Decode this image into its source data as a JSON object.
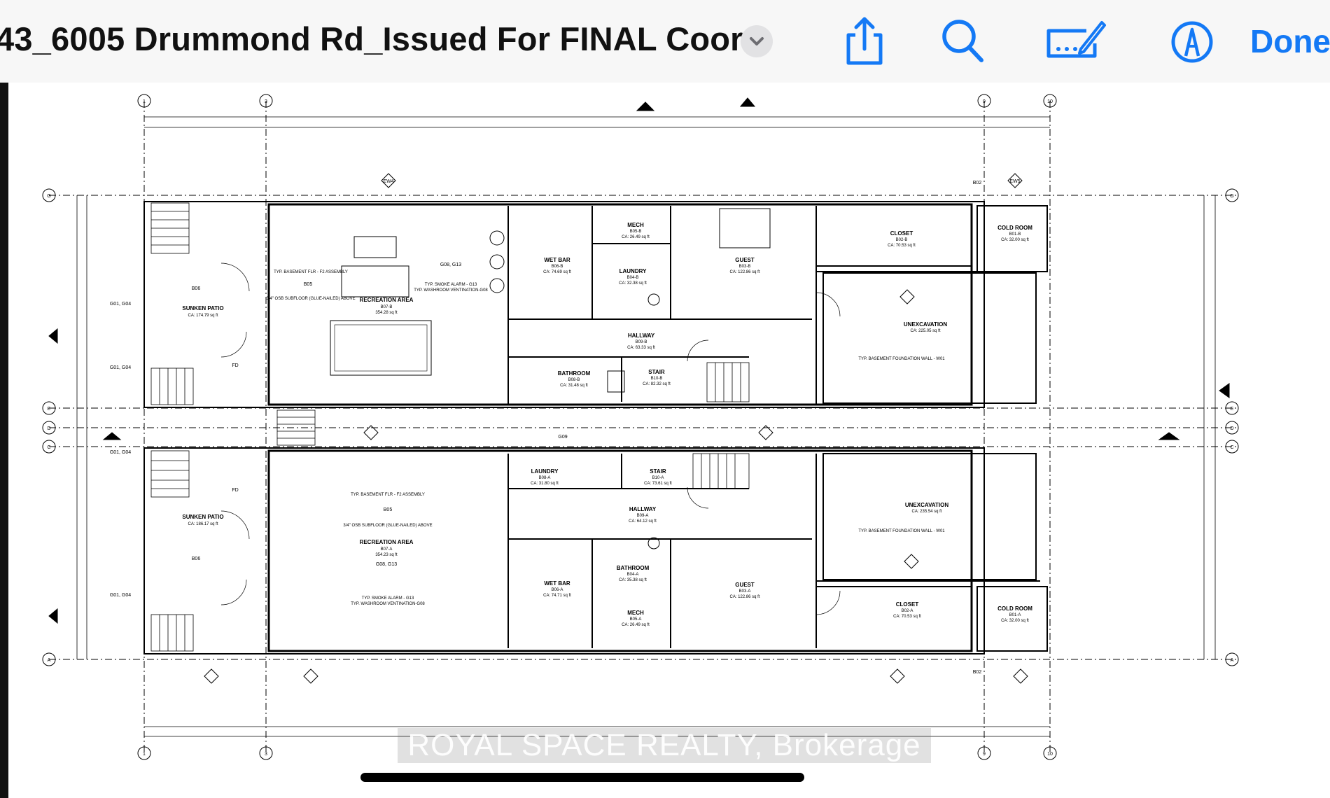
{
  "toolbar": {
    "title": "43_6005 Drummond Rd_Issued For FINAL Coor...",
    "done_label": "Done",
    "icons": [
      "chevron-down-icon",
      "share-icon",
      "search-icon",
      "markup-icon",
      "pencil-circle-icon"
    ],
    "accent": "#1479f5"
  },
  "plan": {
    "grid_top": [
      "1",
      "3",
      "9",
      "10"
    ],
    "grid_rows": [
      "G",
      "E",
      "D",
      "C",
      "A"
    ],
    "watermark": "ROYAL SPACE REALTY, Brokerage",
    "upper": {
      "rooms": [
        {
          "name": "SUNKEN PATIO",
          "code": "",
          "area": "CA:  174.79 sq ft"
        },
        {
          "name": "RECREATION AREA",
          "code": "B07-B",
          "area": "354.28 sq ft"
        },
        {
          "name": "WET BAR",
          "code": "B06-B",
          "area": "CA: 74.69 sq ft"
        },
        {
          "name": "MECH",
          "code": "B05-B",
          "area": "CA: 26.49 sq ft"
        },
        {
          "name": "LAUNDRY",
          "code": "B04-B",
          "area": "CA: 32.38 sq ft"
        },
        {
          "name": "GUEST",
          "code": "B03-B",
          "area": "CA: 122.86 sq ft"
        },
        {
          "name": "CLOSET",
          "code": "B02-B",
          "area": "CA: 70.53 sq ft"
        },
        {
          "name": "COLD ROOM",
          "code": "B01-B",
          "area": "CA: 32.00 sq ft"
        },
        {
          "name": "HALLWAY",
          "code": "B09-B",
          "area": "CA: 63.33 sq ft"
        },
        {
          "name": "BATHROOM",
          "code": "B08-B",
          "area": "CA: 31.48 sq ft"
        },
        {
          "name": "STAIR",
          "code": "B10-B",
          "area": "CA: 82.32 sq ft"
        },
        {
          "name": "UNEXCAVATION",
          "code": "",
          "area": "CA:   225.05 sq ft"
        }
      ]
    },
    "lower": {
      "rooms": [
        {
          "name": "SUNKEN PATIO",
          "code": "",
          "area": "CA:  186.17 sq ft"
        },
        {
          "name": "RECREATION AREA",
          "code": "B07-A",
          "area": "354.23 sq ft"
        },
        {
          "name": "LAUNDRY",
          "code": "B08-A",
          "area": "CA: 31.80 sq ft"
        },
        {
          "name": "STAIR",
          "code": "B10-A",
          "area": "CA: 73.61 sq ft"
        },
        {
          "name": "HALLWAY",
          "code": "B09-A",
          "area": "CA: 64.12 sq ft"
        },
        {
          "name": "BATHROOM",
          "code": "B04-A",
          "area": "CA: 35.38 sq ft"
        },
        {
          "name": "WET BAR",
          "code": "B06-A",
          "area": "CA: 74.71 sq ft"
        },
        {
          "name": "MECH",
          "code": "B05-A",
          "area": "CA: 26.49 sq ft"
        },
        {
          "name": "GUEST",
          "code": "B03-A",
          "area": "CA: 122.86 sq ft"
        },
        {
          "name": "CLOSET",
          "code": "B02-A",
          "area": "CA: 70.53 sq ft"
        },
        {
          "name": "COLD ROOM",
          "code": "B01-A",
          "area": "CA: 32.00 sq ft"
        },
        {
          "name": "UNEXCAVATION",
          "code": "",
          "area": "CA:   235.54 sq ft"
        }
      ]
    },
    "notes": {
      "basement_flr": "TYP. BASEMENT FLR - F2 ASSEMBLY",
      "subfloor": "3/4\" OSB SUBFLOOR (GLUE-NAILED) ABOVE",
      "smoke_alarm": "TYP. SMOKE ALARM - G13",
      "washroom": "TYP. WASHROOM VENTINATION-G08",
      "foundation": "TYP. BASEMENT FOUNDATION WALL - W01",
      "tags": [
        "G08, G13",
        "B05",
        "B06",
        "G01, G04",
        "EW4",
        "EW5",
        "B02",
        "G09",
        "FD"
      ]
    }
  }
}
